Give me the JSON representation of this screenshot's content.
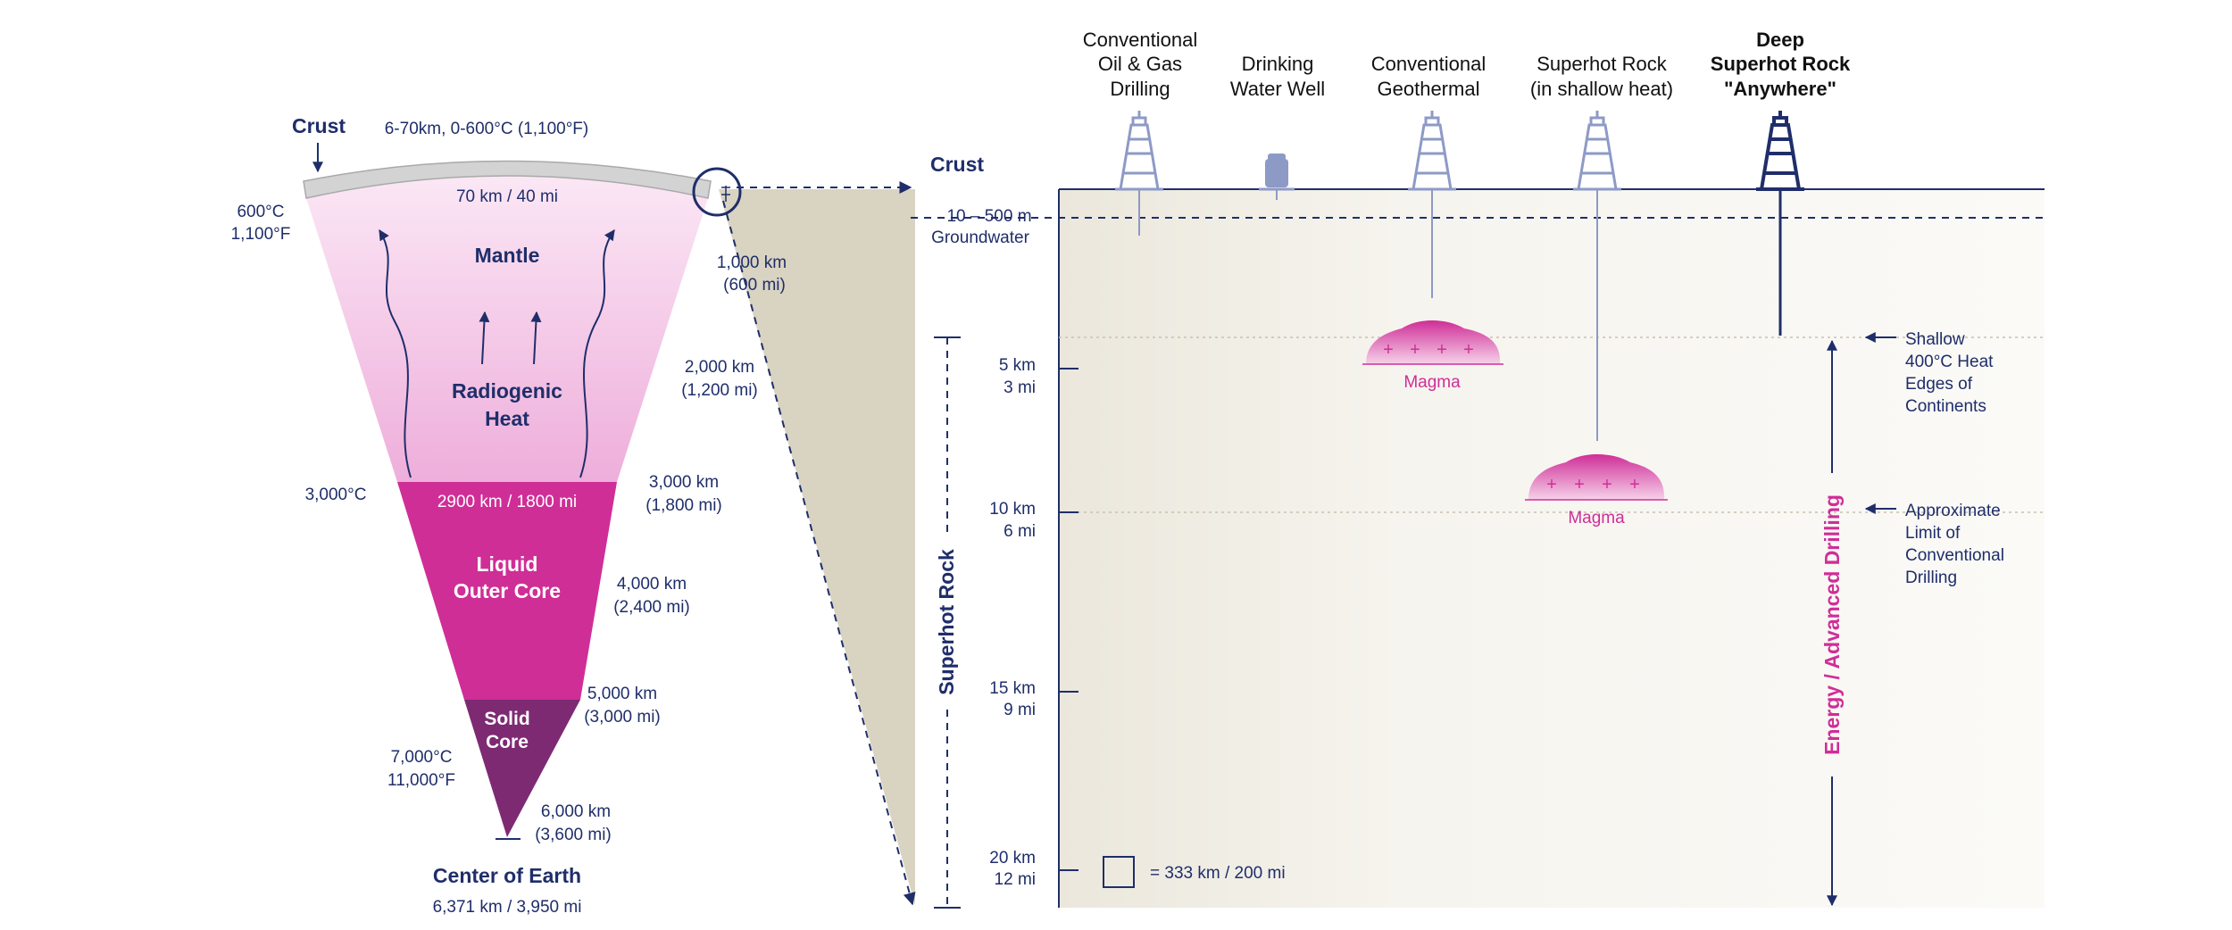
{
  "earth_section": {
    "crust_label": "Crust",
    "crust_specs": "6-70km, 0-600°C (1,100°F)",
    "crust_thickness": "70 km / 40 mi",
    "temp_600_c": "600°C",
    "temp_600_f": "1,100°F",
    "mantle_label": "Mantle",
    "radiogenic_line1": "Radiogenic",
    "radiogenic_line2": "Heat",
    "temp_3000": "3,000°C",
    "mantle_boundary": "2900 km / 1800 mi",
    "outer_core_line1": "Liquid",
    "outer_core_line2": "Outer Core",
    "solid_core_line1": "Solid",
    "solid_core_line2": "Core",
    "temp_7000_c": "7,000°C",
    "temp_7000_f": "11,000°F",
    "center_label": "Center of Earth",
    "center_depth": "6,371 km / 3,950 mi",
    "depth_marks": [
      {
        "km": "1,000 km",
        "mi": "(600 mi)"
      },
      {
        "km": "2,000 km",
        "mi": "(1,200 mi)"
      },
      {
        "km": "3,000 km",
        "mi": "(1,800 mi)"
      },
      {
        "km": "4,000 km",
        "mi": "(2,400 mi)"
      },
      {
        "km": "5,000 km",
        "mi": "(3,000 mi)"
      },
      {
        "km": "6,000 km",
        "mi": "(3,600 mi)"
      }
    ]
  },
  "drilling": {
    "crust_label": "Crust",
    "groundwater_depth": "10 – 500 m",
    "groundwater_label": "Groundwater",
    "headers": [
      {
        "lines": [
          "Conventional",
          "Oil & Gas",
          "Drilling"
        ],
        "bold": false
      },
      {
        "lines": [
          "Drinking",
          "Water Well"
        ],
        "bold": false
      },
      {
        "lines": [
          "Conventional",
          "Geothermal"
        ],
        "bold": false
      },
      {
        "lines": [
          "Superhot Rock",
          "(in shallow heat)"
        ],
        "bold": false
      },
      {
        "lines": [
          "Deep",
          "Superhot Rock",
          "\"Anywhere\""
        ],
        "bold": true
      }
    ],
    "depth_ticks": [
      {
        "km": "5 km",
        "mi": "3 mi"
      },
      {
        "km": "10 km",
        "mi": "6 mi"
      },
      {
        "km": "15 km",
        "mi": "9 mi"
      },
      {
        "km": "20 km",
        "mi": "12 mi"
      }
    ],
    "superhot_rock_label": "Superhot Rock",
    "magma_label": "Magma",
    "advanced_drilling_label": "Energy / Advanced Drilling",
    "note_shallow": [
      "Shallow",
      "400°C Heat",
      "Edges of",
      "Continents"
    ],
    "note_limit": [
      "Approximate",
      "Limit of",
      "Conventional",
      "Drilling"
    ],
    "scale_legend": "= 333 km / 200 mi"
  },
  "colors": {
    "navy": "#1f2e6a",
    "magenta": "#cf2e97",
    "rig": "#8e9ac6",
    "beige": "#d9d3c1"
  }
}
